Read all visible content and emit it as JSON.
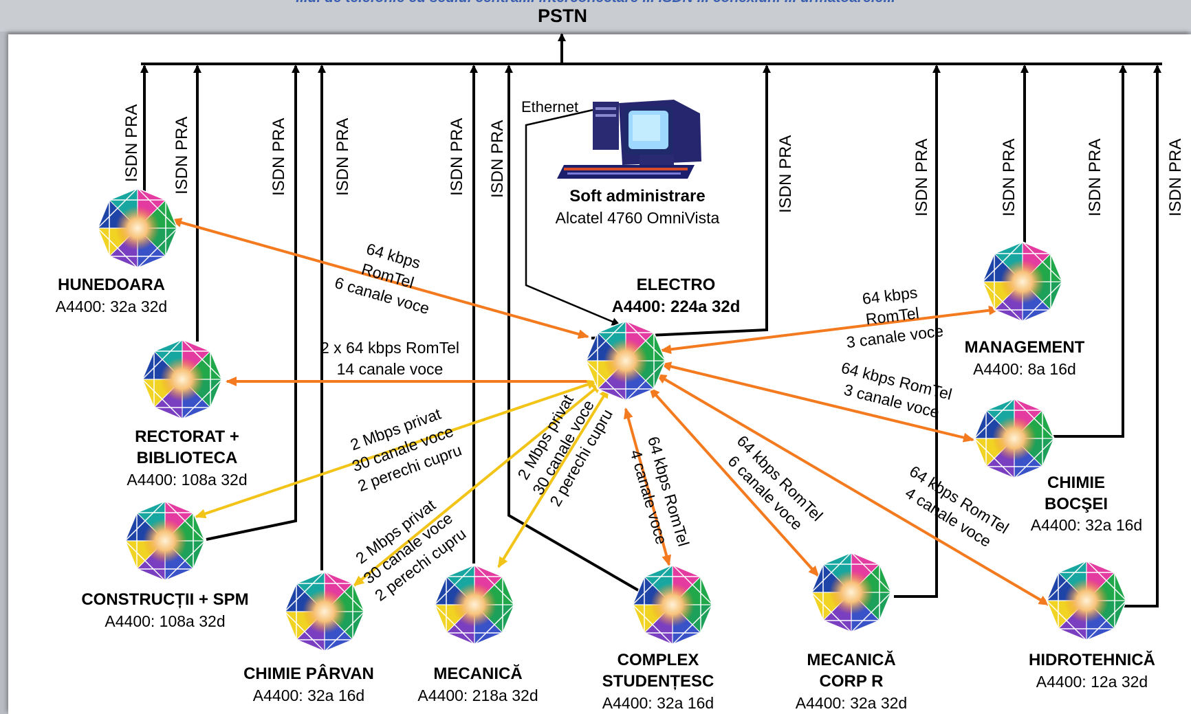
{
  "header": {
    "partial_text": "...ul de telefonie cu sediul central... interconectare ... ISDN ... conexiuni ... urmatoarele..."
  },
  "pstn_label": "PSTN",
  "isdn_label": "ISDN PRA",
  "admin": {
    "ethernet": "Ethernet",
    "title": "Soft administrare",
    "subtitle": "Alcatel 4760 OmniVista"
  },
  "nodes": {
    "hunedoara": {
      "name": "HUNEDOARA",
      "model": "A4400: 32a 32d"
    },
    "electro": {
      "name": "ELECTRO",
      "model": "A4400: 224a 32d"
    },
    "management": {
      "name": "MANAGEMENT",
      "model": "A4400: 8a 16d"
    },
    "rectorat": {
      "name1": "RECTORAT +",
      "name2": "BIBLIOTECA",
      "model": "A4400: 108a 32d"
    },
    "chimie_bocsei": {
      "name1": "CHIMIE",
      "name2": "BOCŞEI",
      "model": "A4400: 32a 16d"
    },
    "constructii": {
      "name": "CONSTRUCȚII + SPM",
      "model": "A4400: 108a 32d"
    },
    "chimie_parvan": {
      "name": "CHIMIE PÂRVAN",
      "model": "A4400: 32a 16d"
    },
    "mecanica": {
      "name": "MECANICĂ",
      "model": "A4400: 218a 32d"
    },
    "complex": {
      "name1": "COMPLEX",
      "name2": "STUDENȚESC",
      "model": "A4400: 32a 16d"
    },
    "mecanica_r": {
      "name1": "MECANICĂ",
      "name2": "CORP R",
      "model": "A4400: 32a 32d"
    },
    "hidrotehnica": {
      "name": "HIDROTEHNICĂ",
      "model": "A4400: 12a 32d"
    }
  },
  "links": {
    "hunedoara": [
      "64 kbps",
      "RomTel",
      "6 canale voce"
    ],
    "rectorat": [
      "2 x 64 kbps RomTel",
      "14 canale voce"
    ],
    "constructii": [
      "2 Mbps privat",
      "30 canale voce",
      "2 perechi cupru"
    ],
    "chimie_parvan": [
      "2 Mbps privat",
      "30 canale voce",
      "2 perechi cupru"
    ],
    "mecanica": [
      "2 Mbps privat",
      "30 canale voce",
      "2 perechi cupru"
    ],
    "complex": [
      "64 kbps RomTel",
      "4 canale voce"
    ],
    "mecanica_r": [
      "64 kbps RomTel",
      "6 canale voce"
    ],
    "hidrotehnica": [
      "64 kbps RomTel",
      "4 canale voce"
    ],
    "management": [
      "64 kbps",
      "RomTel",
      "3 canale voce"
    ],
    "chimie_bocsei": [
      "64 kbps RomTel",
      "3 canale voce"
    ]
  },
  "colors": {
    "romtel_link": "#f47a1f",
    "private_link": "#f2c418",
    "wire": "#000000",
    "header_text": "#3a5fb0"
  }
}
